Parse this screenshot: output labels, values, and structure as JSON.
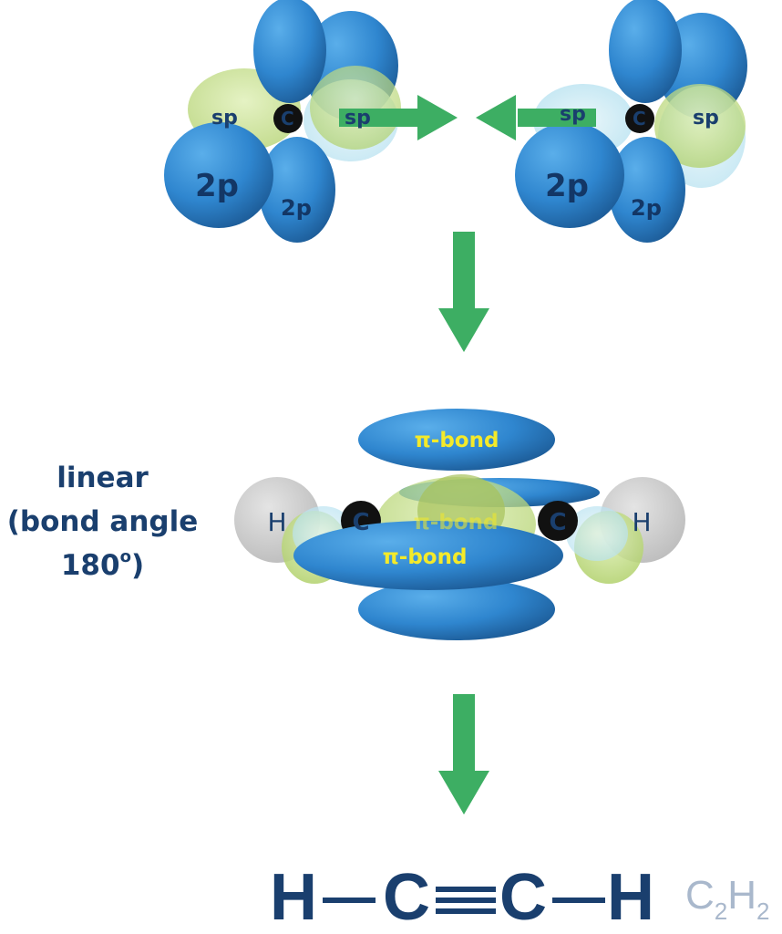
{
  "colors": {
    "lobe_blue": "#2f86cf",
    "lobe_blue_dark": "#1d5f9e",
    "sp_lobe": "#c8e28a",
    "sp_lobe_light": "#bfe6f2",
    "arrow_green": "#3dae63",
    "carbon": "#111111",
    "hydrogen": "#cccccc",
    "navy_text": "#1a3f6e",
    "yellow_text": "#f4ea2a",
    "grey_text": "#a9b8cc"
  },
  "top_left_carbon": {
    "atom": "C",
    "sp_labels": [
      "sp",
      "sp"
    ],
    "p_labels": [
      "2p",
      "2p"
    ]
  },
  "top_right_carbon": {
    "atom": "C",
    "sp_labels": [
      "sp",
      "sp"
    ],
    "p_labels": [
      "2p",
      "2p"
    ]
  },
  "bonded": {
    "pi_labels": [
      "π-bond",
      "π-bond",
      "π-bond"
    ],
    "carbon_labels": [
      "C",
      "C"
    ],
    "hydrogen_labels": [
      "H",
      "H"
    ]
  },
  "geometry_label": {
    "line1": "linear",
    "line2": "(bond angle",
    "line3": "180",
    "degree": "o",
    "close": ")"
  },
  "formula": {
    "atoms": [
      "H",
      "C",
      "C",
      "H"
    ],
    "molecular": {
      "c": "C",
      "c_count": "2",
      "h": "H",
      "h_count": "2"
    }
  },
  "icons": [
    "arrow-right-icon",
    "arrow-left-icon",
    "arrow-down-icon"
  ]
}
